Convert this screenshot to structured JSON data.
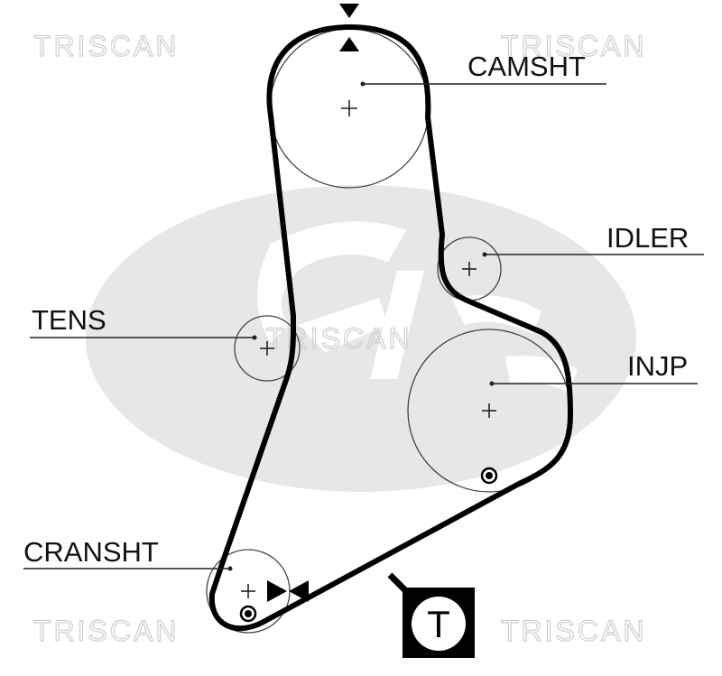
{
  "watermark": {
    "brand": "TRISCAN"
  },
  "pulleys": {
    "camshaft": {
      "label": "CAMSHT"
    },
    "idler": {
      "label": "IDLER"
    },
    "tensioner": {
      "label": "TENS"
    },
    "injection_pump": {
      "label": "INJP"
    },
    "crankshaft": {
      "label": "CRANSHT"
    }
  },
  "belt_type_symbol": {
    "letter": "T"
  },
  "icons": {
    "timing_mark": "triangle-marker-icon",
    "reference_dot": "dot-marker-icon"
  },
  "colors": {
    "belt": "#000000",
    "watermark": "#cfcfcf",
    "logo": "#e7e7e7"
  }
}
